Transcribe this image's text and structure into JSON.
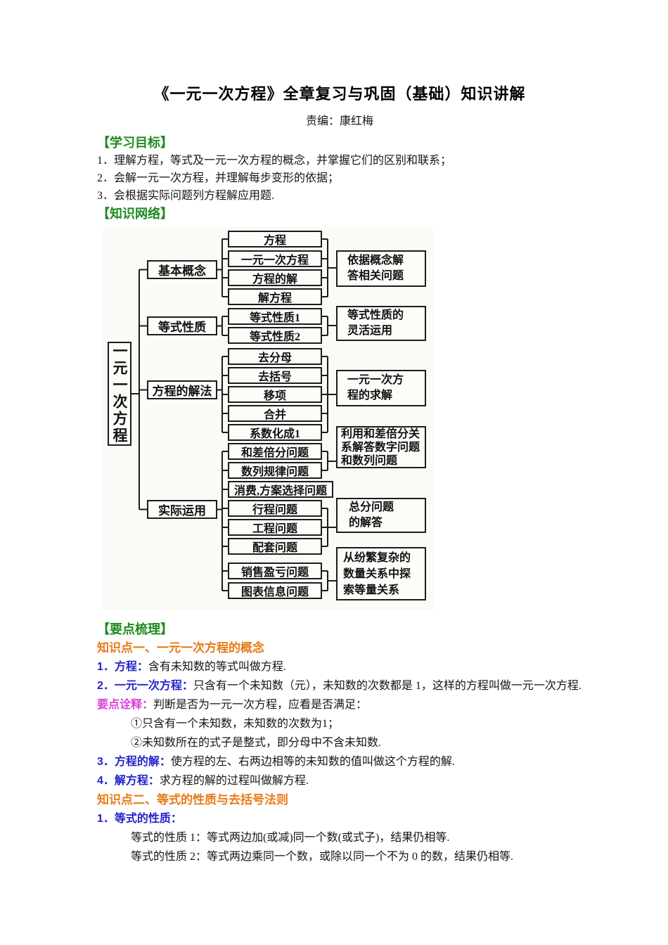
{
  "page": {
    "title": "《一元一次方程》全章复习与巩固（基础）知识讲解",
    "editor": "责编：康红梅"
  },
  "objectives": {
    "header": "【学习目标】",
    "items": [
      "1．理解方程，等式及一元一次方程的概念，并掌握它们的区别和联系；",
      "2．会解一元一次方程，并理解每步变形的依据；",
      "3．会根据实际问题列方程解应用题."
    ]
  },
  "network": {
    "header": "【知识网络】",
    "root": "一元一次方程",
    "branches": [
      {
        "label": "基本概念",
        "children": [
          "方程",
          "一元一次方程",
          "方程的解",
          "解方程"
        ],
        "outcomes": [
          {
            "lines": [
              "依据概念解",
              "答相关问题"
            ]
          }
        ]
      },
      {
        "label": "等式性质",
        "children": [
          "等式性质1",
          "等式性质2"
        ],
        "outcomes": [
          {
            "lines": [
              "等式性质的",
              "灵活运用"
            ]
          }
        ]
      },
      {
        "label": "方程的解法",
        "children": [
          "去分母",
          "去括号",
          "移项",
          "合并",
          "系数化成1"
        ],
        "outcomes": [
          {
            "lines": [
              "一元一次方",
              "程的求解"
            ]
          }
        ]
      },
      {
        "label": "实际运用",
        "children": [
          "和差倍分问题",
          "数列规律问题",
          "消费,方案选择问题",
          "行程问题",
          "工程问题",
          "配套问题",
          "销售盈亏问题",
          "图表信息问题"
        ],
        "outcomes": [
          {
            "lines": [
              "利用和差倍分关",
              "系解答数字问题",
              "和数列问题"
            ]
          },
          {
            "lines": [
              "总分问题",
              "的解答"
            ]
          },
          {
            "lines": [
              "从纷繁复杂的",
              "数量关系中探",
              "索等量关系"
            ]
          }
        ]
      }
    ]
  },
  "outline": {
    "header": "【要点梳理】",
    "kp1": {
      "header": "知识点一、一元一次方程的概念",
      "item1": {
        "lead": "1．方程：",
        "text": "含有未知数的等式叫做方程."
      },
      "item2": {
        "lead": "2．一元一次方程：",
        "text": "只含有一个未知数（元），未知数的次数都是 1，这样的方程叫做一元一次方程."
      },
      "note": {
        "lead": "要点诠释：",
        "text": "判断是否为一元一次方程，应看是否满足："
      },
      "note_items": [
        "①只含有一个未知数，未知数的次数为1；",
        "②未知数所在的式子是整式，即分母中不含未知数."
      ],
      "item3": {
        "lead": "3．方程的解：",
        "text": "使方程的左、右两边相等的未知数的值叫做这个方程的解."
      },
      "item4": {
        "lead": "4．解方程：",
        "text": "求方程的解的过程叫做解方程."
      }
    },
    "kp2": {
      "header": "知识点二、等式的性质与去括号法则",
      "item1": {
        "lead": "1．等式的性质："
      },
      "properties": [
        "等式的性质 1：等式两边加(或减)同一个数(或式子)，结果仍相等.",
        "等式的性质 2：等式两边乘同一个数，或除以同一个不为 0 的数，结果仍相等."
      ]
    }
  },
  "colors": {
    "section_header_green": "#1f8a1f",
    "knowledge_point_orange": "#e87a17",
    "term_blue": "#2323cc",
    "note_magenta": "#da3eda"
  }
}
